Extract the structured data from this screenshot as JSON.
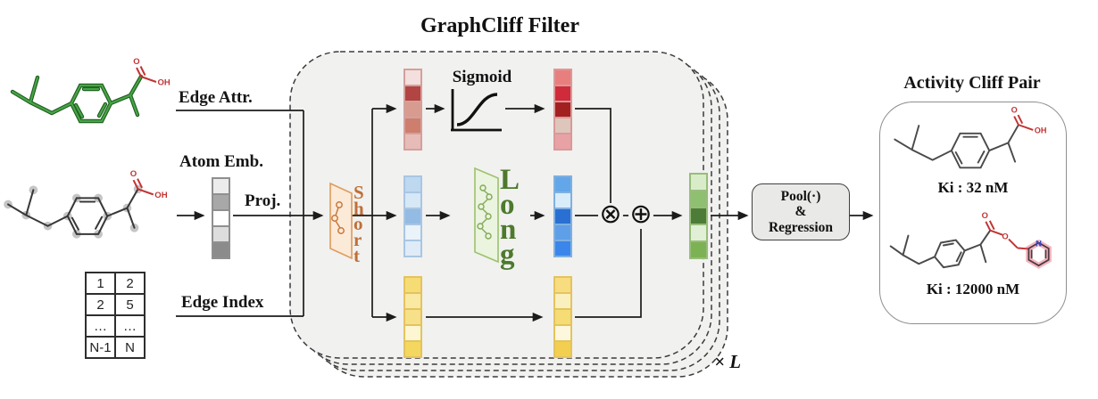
{
  "diagram": {
    "title": "GraphCliff Filter",
    "repeat_label": "× L"
  },
  "inputs": {
    "edge_attr_label": "Edge Attr.",
    "atom_emb_label": "Atom Emb.",
    "proj_label": "Proj.",
    "edge_index_label": "Edge Index",
    "edge_index_table": [
      [
        "1",
        "2"
      ],
      [
        "2",
        "5"
      ],
      [
        "…",
        "…"
      ],
      [
        "N-1",
        "N"
      ]
    ]
  },
  "filter": {
    "sigmoid_label": "Sigmoid",
    "short_label": "Short",
    "long_label": "Long",
    "multiply_op": "⊗",
    "add_op": "⊕"
  },
  "vectors": {
    "atom_embedding": {
      "border": "#8f8f8f",
      "cells": [
        "#ececec",
        "#a8a8a8",
        "#ffffff",
        "#dddddd",
        "#8b8b8b"
      ]
    },
    "edge_gate_in": {
      "border": "#d3a09c",
      "cells": [
        "#f3dfdd",
        "#b24441",
        "#d89b90",
        "#cd7e6c",
        "#e7bcb8"
      ]
    },
    "edge_gate_out": {
      "border": "#d89a99",
      "cells": [
        "#e97e7e",
        "#cf2b3b",
        "#a32020",
        "#dec6bc",
        "#e8a2a6"
      ]
    },
    "node_in": {
      "border": "#a9c6e3",
      "cells": [
        "#bdd8ef",
        "#d6e7f6",
        "#93bbe3",
        "#eaf2fa",
        "#dfebf7"
      ]
    },
    "node_out": {
      "border": "#7fb0e0",
      "cells": [
        "#63a7e9",
        "#d9ecfa",
        "#2a6fd2",
        "#5f9fe8",
        "#3b86ea"
      ]
    },
    "skip_in": {
      "border": "#e4c35f",
      "cells": [
        "#f6dc74",
        "#f9e9a2",
        "#f6e089",
        "#fdf6d2",
        "#f4d75f"
      ]
    },
    "skip_out": {
      "border": "#e4c35f",
      "cells": [
        "#f7dc80",
        "#faf0bd",
        "#f5dc74",
        "#fdf8dd",
        "#f2cf4e"
      ]
    },
    "fused_out": {
      "border": "#97bd7a",
      "cells": [
        "#d9ecca",
        "#8fbf70",
        "#4d7c38",
        "#e2efd7",
        "#7db254"
      ]
    }
  },
  "readout": {
    "pool_line1": "Pool(·)",
    "pool_line2": "&",
    "pool_line3": "Regression"
  },
  "result": {
    "title": "Activity Cliff Pair",
    "ki_high": "Ki : 32 nM",
    "ki_low": "Ki : 12000 nM"
  },
  "atoms": {
    "o": "O",
    "oh": "OH",
    "n": "N"
  },
  "palette": {
    "short_accent": "#bf6f38",
    "long_accent": "#4d7a2c",
    "box_fill": "#f1f1ef",
    "bond_green": "#46a546",
    "highlight_red": "#c23434",
    "nitrogen_blue": "#3848c0"
  }
}
